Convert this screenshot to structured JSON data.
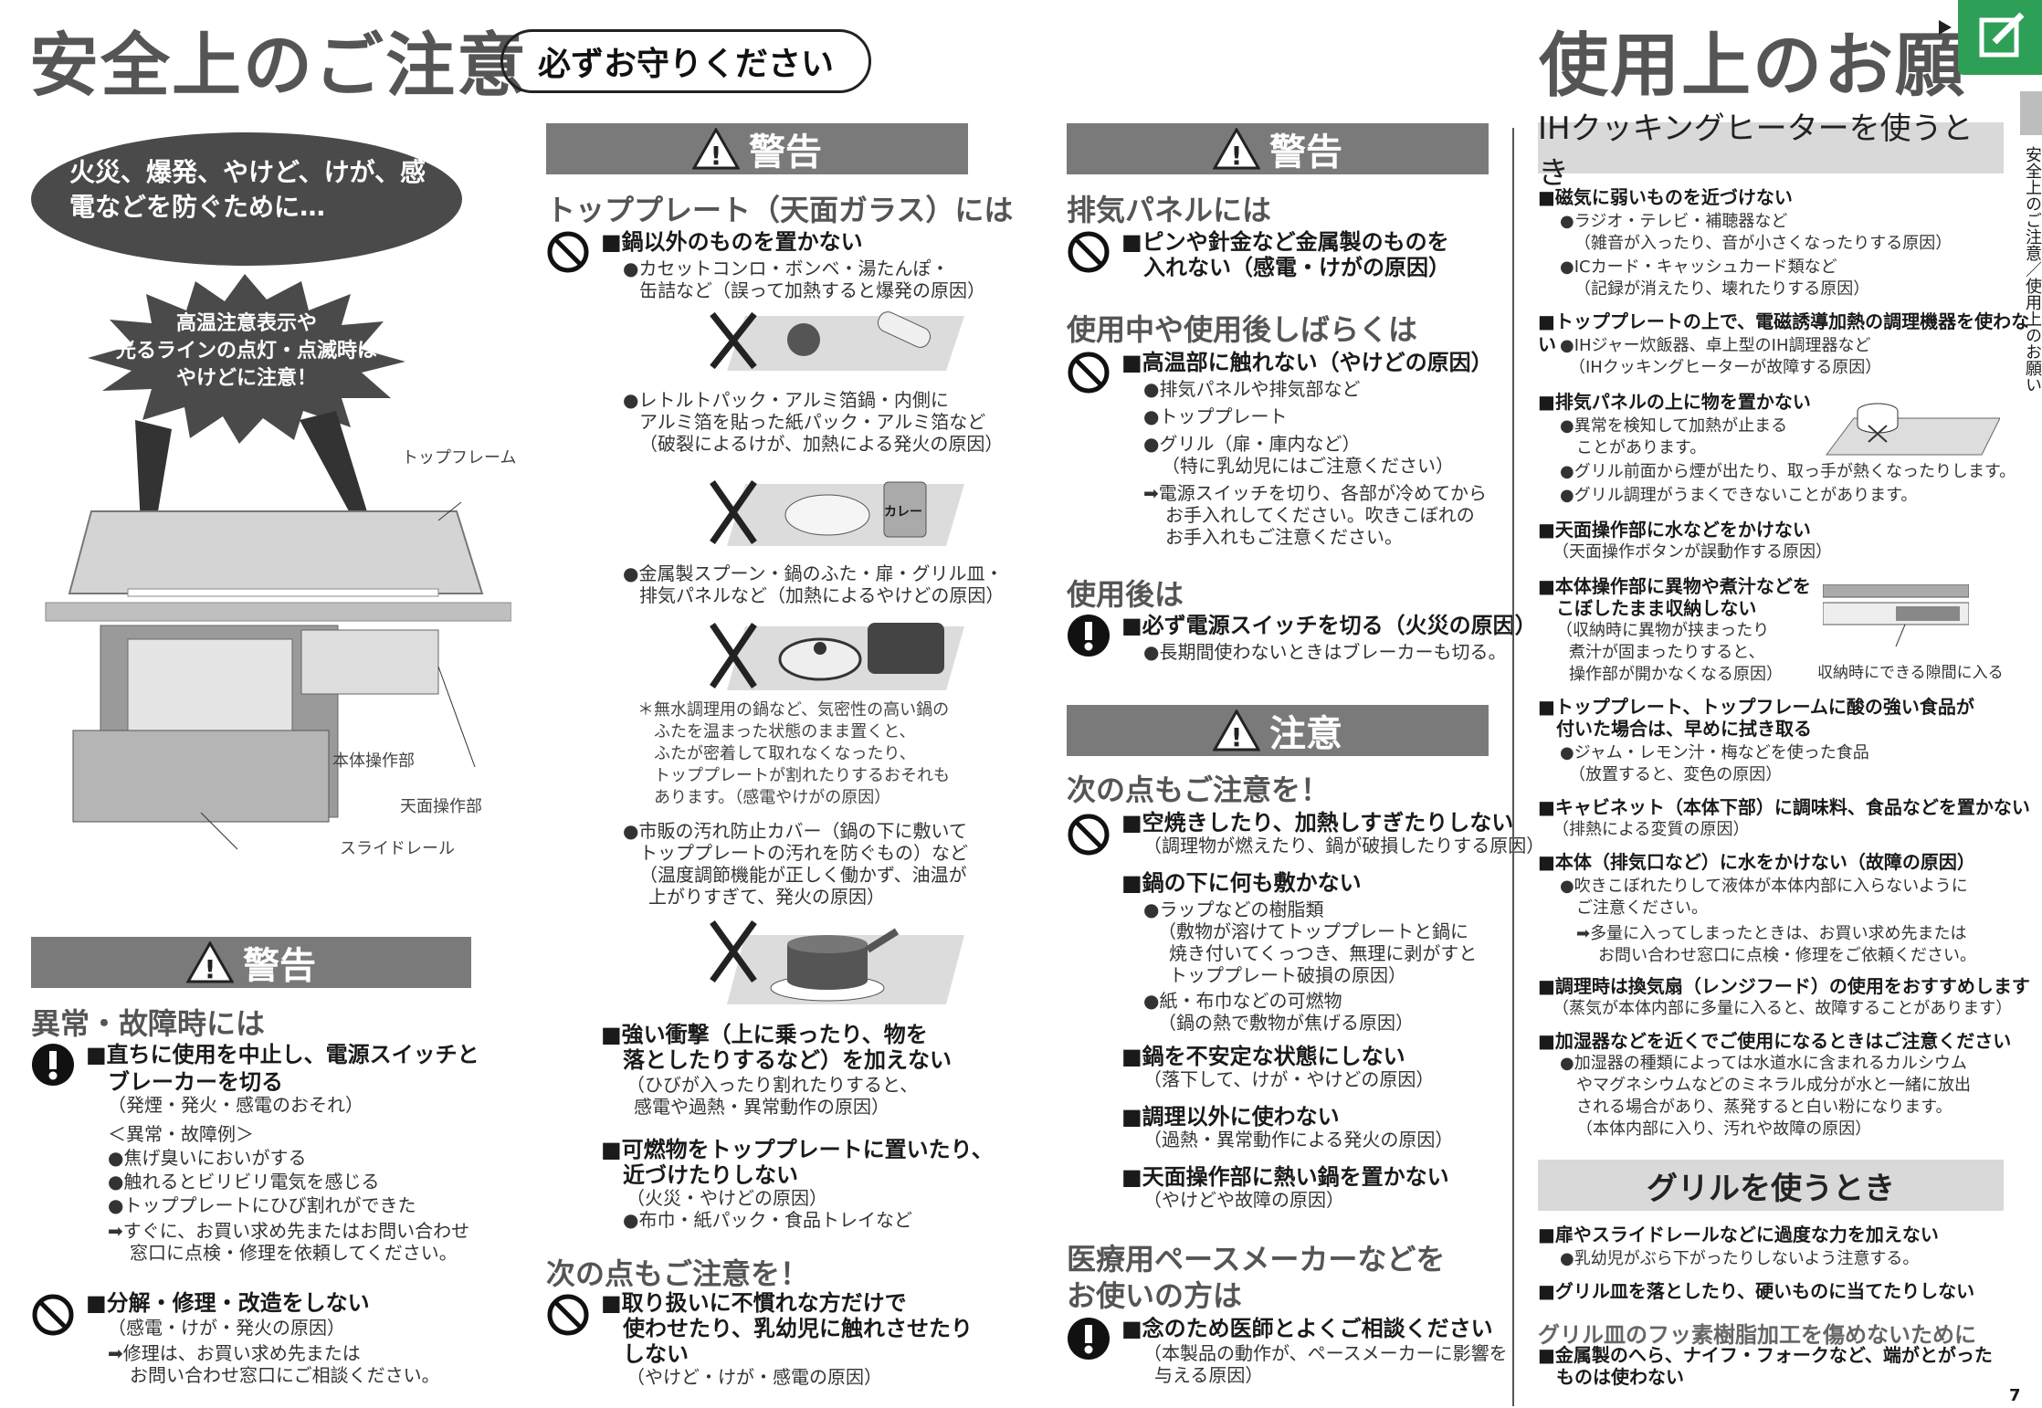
{
  "header": {
    "title_left": "安全上のご注意",
    "pill": "必ずお守りください",
    "title_right": "使用上のお願",
    "side_vertical": "安全上のご注意／使用上のお願い",
    "page_number": "7"
  },
  "col1": {
    "bubble": "火災、爆発、やけど、けが、感電などを防ぐために…",
    "burst_line1": "高温注意表示や",
    "burst_line2": "光るラインの点灯・点滅時は",
    "burst_line3": "やけどに注意！",
    "labels": {
      "top_frame": "トップフレーム",
      "body_panel": "本体操作部",
      "top_panel": "天面操作部",
      "slide_rail": "スライドレール"
    },
    "warn_label": "警告",
    "section": "異常・故障時には",
    "item1": "■直ちに使用を中止し、電源スイッチと",
    "item1b": "ブレーカーを切る",
    "item1_sub": "（発煙・発火・感電のおそれ）",
    "examples_head": "＜異常・故障例＞",
    "ex1": "●焦げ臭いにおいがする",
    "ex2": "●触れるとビリビリ電気を感じる",
    "ex3": "●トッププレートにひび割れができた",
    "ex_arrow1": "➡すぐに、お買い求め先またはお問い合わせ",
    "ex_arrow2": "窓口に点検・修理を依頼してください。",
    "item2": "■分解・修理・改造をしない",
    "item2_sub": "（感電・けが・発火の原因）",
    "item2_arrow1": "➡修理は、お買い求め先または",
    "item2_arrow2": "お問い合わせ窓口にご相談ください。"
  },
  "col2": {
    "warn_label": "警告",
    "section": "トッププレート（天面ガラス）には",
    "item1": "■鍋以外のものを置かない",
    "sub1a": "●カセットコンロ・ボンベ・湯たんぽ・",
    "sub1b": "缶詰など（誤って加熱すると爆発の原因）",
    "sub2a": "●レトルトパック・アルミ箔鍋・内側に",
    "sub2b": "アルミ箔を貼った紙パック・アルミ箔など",
    "sub2c": "（破裂によるけが、加熱による発火の原因）",
    "sub3a": "●金属製スプーン・鍋のふた・扉・グリル皿・",
    "sub3b": "排気パネルなど（加熱によるやけどの原因）",
    "star1": "＊無水調理用の鍋など、気密性の高い鍋の",
    "star2": "ふたを温まった状態のまま置くと、",
    "star3": "ふたが密着して取れなくなったり、",
    "star4": "トッププレートが割れたりするおそれも",
    "star5": "あります。（感電やけがの原因）",
    "sub4a": "●市販の汚れ防止カバー（鍋の下に敷いて",
    "sub4b": "トッププレートの汚れを防ぐもの）など",
    "sub4c": "（温度調節機能が正しく働かず、油温が",
    "sub4d": "上がりすぎて、発火の原因）",
    "pack_label": "カレー",
    "item2a": "■強い衝撃（上に乗ったり、物を",
    "item2b": "落としたりするなど）を加えない",
    "item2c": "（ひびが入ったり割れたりすると、",
    "item2d": "感電や過熱・異常動作の原因）",
    "item3a": "■可燃物をトッププレートに置いたり、",
    "item3b": "近づけたりしない",
    "item3c": "（火災・やけどの原因）",
    "item3d": "●布巾・紙パック・食品トレイなど",
    "section2": "次の点もご注意を！",
    "item4a": "■取り扱いに不慣れな方だけで",
    "item4b": "使わせたり、乳幼児に触れさせたり",
    "item4c": "しない",
    "item4d": "（やけど・けが・感電の原因）"
  },
  "col3": {
    "warn_label": "警告",
    "sec1": "排気パネルには",
    "s1a": "■ピンや針金など金属製のものを",
    "s1b": "入れない（感電・けがの原因）",
    "sec2": "使用中や使用後しばらくは",
    "s2a": "■高温部に触れない（やけどの原因）",
    "s2b": "●排気パネルや排気部など",
    "s2c": "●トッププレート",
    "s2d": "●グリル（扉・庫内など）",
    "s2e": "（特に乳幼児にはご注意ください）",
    "s2f": "➡電源スイッチを切り、各部が冷めてから",
    "s2g": "お手入れしてください。吹きこぼれの",
    "s2h": "お手入れもご注意ください。",
    "sec3": "使用後は",
    "s3a": "■必ず電源スイッチを切る（火災の原因）",
    "s3b": "●長期間使わないときはブレーカーも切る。",
    "caution_label": "注意",
    "sec4": "次の点もご注意を！",
    "c1a": "■空焼きしたり、加熱しすぎたりしない",
    "c1b": "（調理物が燃えたり、鍋が破損したりする原因）",
    "c2a": "■鍋の下に何も敷かない",
    "c2b": "●ラップなどの樹脂類",
    "c2c": "（敷物が溶けてトッププレートと鍋に",
    "c2d": "焼き付いてくっつき、無理に剥がすと",
    "c2e": "トッププレート破損の原因）",
    "c2f": "●紙・布巾などの可燃物",
    "c2g": "（鍋の熱で敷物が焦げる原因）",
    "c3a": "■鍋を不安定な状態にしない",
    "c3b": "（落下して、けが・やけどの原因）",
    "c4a": "■調理以外に使わない",
    "c4b": "（過熱・異常動作による発火の原因）",
    "c5a": "■天面操作部に熱い鍋を置かない",
    "c5b": "（やけどや故障の原因）",
    "sec5a": "医療用ペースメーカーなどを",
    "sec5b": "お使いの方は",
    "p1a": "■念のため医師とよくご相談ください",
    "p1b": "（本製品の動作が、ペースメーカーに影響を",
    "p1c": "与える原因）"
  },
  "col4": {
    "band1": "IHクッキングヒーターを使うとき",
    "r1h": "■磁気に弱いものを近づけない",
    "r1a": "●ラジオ・テレビ・補聴器など",
    "r1b": "（雑音が入ったり、音が小さくなったりする原因）",
    "r1c": "●ICカード・キャッシュカード類など",
    "r1d": "（記録が消えたり、壊れたりする原因）",
    "r2h": "■トッププレートの上で、電磁誘導加熱の調理機器を使わない",
    "r2a": "●IHジャー炊飯器、卓上型のIH調理器など",
    "r2b": "（IHクッキングヒーターが故障する原因）",
    "r3h": "■排気パネルの上に物を置かない",
    "r3a": "●異常を検知して加熱が止まる",
    "r3b": "ことがあります。",
    "r3c": "●グリル前面から煙が出たり、取っ手が熱くなったりします。",
    "r3d": "●グリル調理がうまくできないことがあります。",
    "r4h": "■天面操作部に水などをかけない",
    "r4a": "（天面操作ボタンが誤動作する原因）",
    "r5h1": "■本体操作部に異物や煮汁などを",
    "r5h2": "こぼしたまま収納しない",
    "r5a": "（収納時に異物が挟まったり",
    "r5b": "煮汁が固まったりすると、",
    "r5c": "操作部が開かなくなる原因）",
    "r5cap": "収納時にできる隙間に入る",
    "r6h1": "■トッププレート、トップフレームに酸の強い食品が",
    "r6h2": "付いた場合は、早めに拭き取る",
    "r6a": "●ジャム・レモン汁・梅などを使った食品",
    "r6b": "（放置すると、変色の原因）",
    "r7h": "■キャビネット（本体下部）に調味料、食品などを置かない",
    "r7a": "（排熱による変質の原因）",
    "r8h": "■本体（排気口など）に水をかけない（故障の原因）",
    "r8a": "●吹きこぼれたりして液体が本体内部に入らないように",
    "r8b": "ご注意ください。",
    "r8c": "➡多量に入ってしまったときは、お買い求め先または",
    "r8d": "お問い合わせ窓口に点検・修理をご依頼ください。",
    "r9h": "■調理時は換気扇（レンジフード）の使用をおすすめします",
    "r9a": "（蒸気が本体内部に多量に入ると、故障することがあります）",
    "r10h": "■加湿器などを近くでご使用になるときはご注意ください",
    "r10a": "●加湿器の種類によっては水道水に含まれるカルシウム",
    "r10b": "やマグネシウムなどのミネラル成分が水と一緒に放出",
    "r10c": "される場合があり、蒸発すると白い粉になります。",
    "r10d": "（本体内部に入り、汚れや故障の原因）",
    "band2": "グリルを使うとき",
    "g1h": "■扉やスライドレールなどに過度な力を加えない",
    "g1a": "●乳幼児がぶら下がったりしないよう注意する。",
    "g2h": "■グリル皿を落としたり、硬いものに当てたりしない",
    "g3": "グリル皿のフッ素樹脂加工を傷めないために",
    "g4a": "■金属製のへら、ナイフ・フォークなど、端がとがった",
    "g4b": "ものは使わない"
  }
}
